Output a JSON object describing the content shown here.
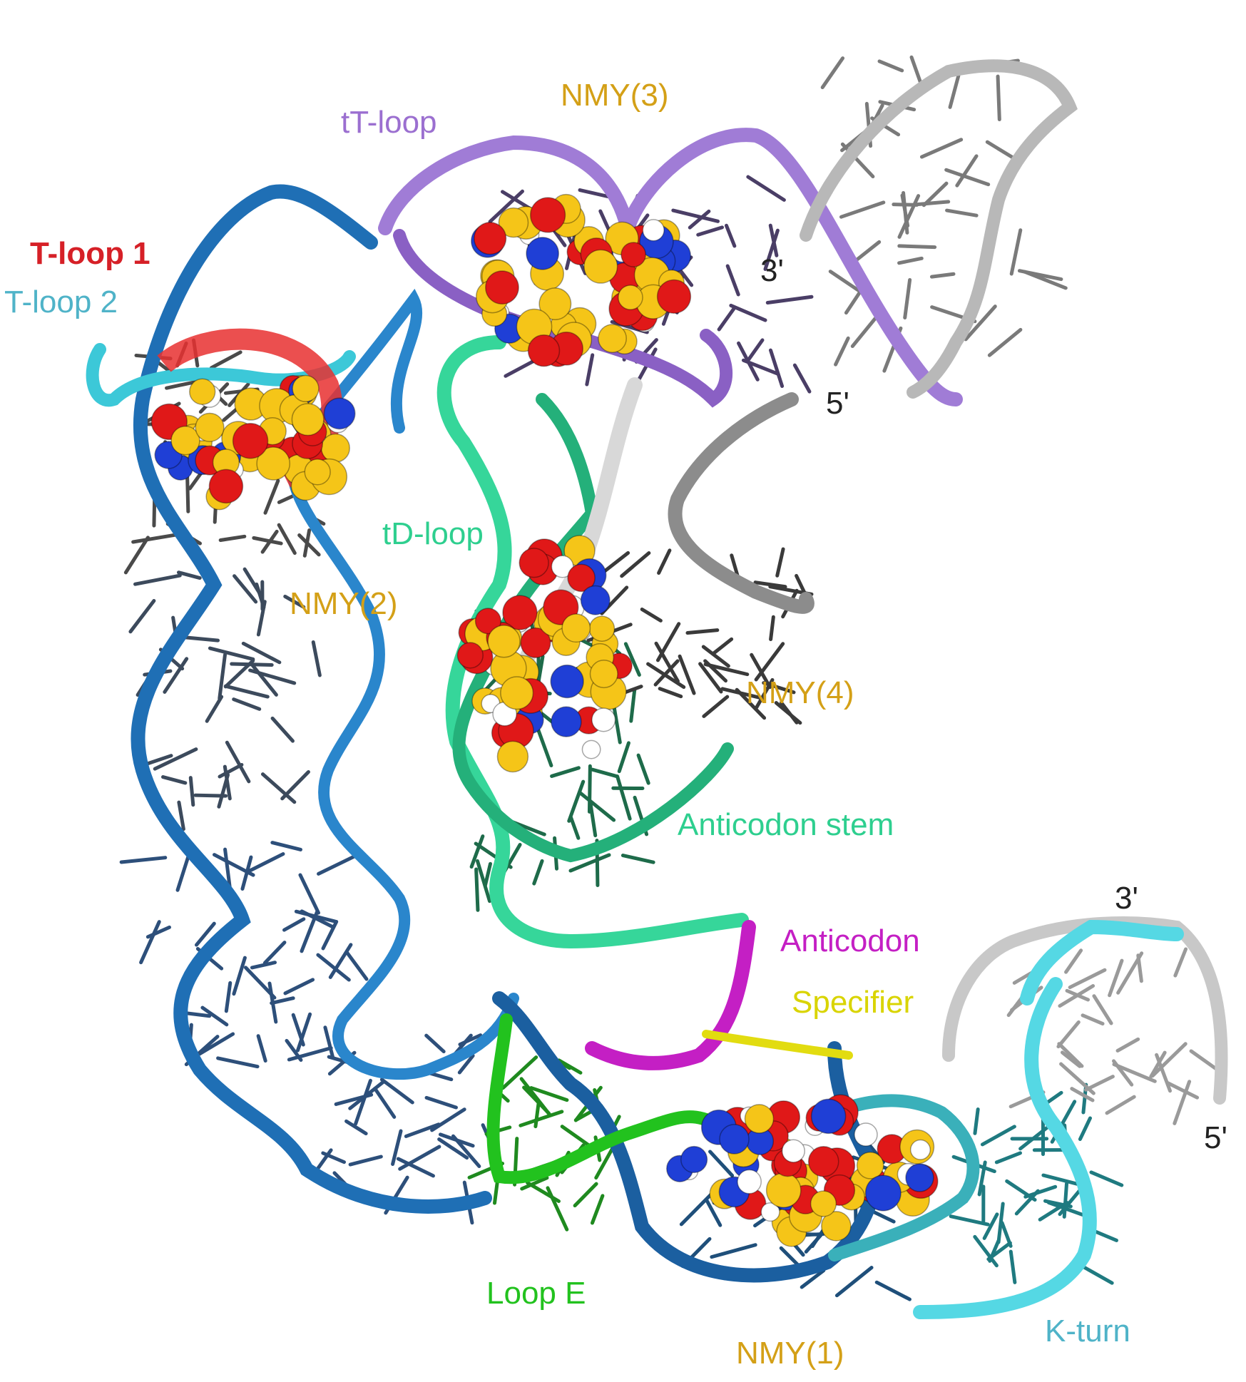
{
  "labels": {
    "t_loop_1": "T-loop 1",
    "t_loop_2": "T-loop 2",
    "tt_loop": "tT-loop",
    "nmy3": "NMY(3)",
    "three_prime_top": "3'",
    "five_prime_top": "5'",
    "td_loop": "tD-loop",
    "nmy2": "NMY(2)",
    "nmy4": "NMY(4)",
    "anticodon_stem": "Anticodon stem",
    "anticodon": "Anticodon",
    "specifier": "Specifier",
    "three_prime_bottom": "3'",
    "five_prime_bottom": "5'",
    "loop_e": "Loop E",
    "nmy1": "NMY(1)",
    "k_turn": "K-turn"
  },
  "colors": {
    "t_loop_1": "#d62027",
    "t_loop_2": "#4fb3c8",
    "tt_loop": "#9b6fd0",
    "nmy": "#d4a017",
    "td_loop": "#2ecf8f",
    "anticodon_stem": "#2ecf8f",
    "anticodon": "#c41fc4",
    "specifier": "#d9d400",
    "loop_e": "#22c21e",
    "k_turn": "#4fb3c8",
    "ends": "#222222",
    "helix_blue": "#1f6fb5",
    "helix_cyan": "#3cc8d8",
    "helix_green": "#3ad69a",
    "helix_purple": "#a07cd6",
    "helix_grey": "#9a9a9a",
    "atom_carbon": "#f5c518",
    "atom_oxygen": "#e01818",
    "atom_nitrogen": "#1f3fd6",
    "atom_hydrogen": "#ffffff"
  }
}
